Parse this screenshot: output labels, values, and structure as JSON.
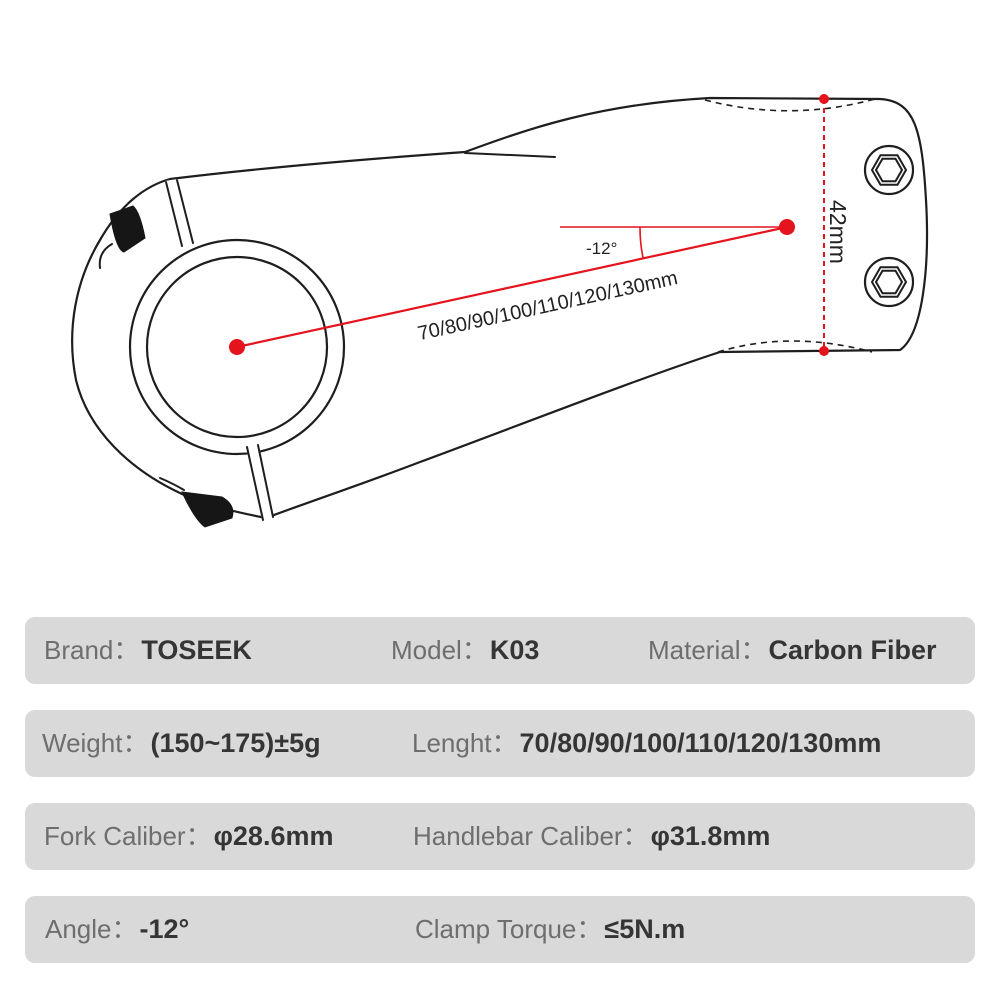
{
  "diagram": {
    "angle_label": "-12°",
    "length_label": "70/80/90/100/110/120/130mm",
    "height_label": "42mm"
  },
  "specs": [
    [
      {
        "label": "Brand：",
        "value": "TOSEEK"
      },
      {
        "label": "Model：",
        "value": "K03"
      },
      {
        "label": "Material：",
        "value": "Carbon Fiber"
      }
    ],
    [
      {
        "label": "Weight：",
        "value": "(150~175)±5g"
      },
      {
        "label": "Lenght：",
        "value": "70/80/90/100/110/120/130mm"
      }
    ],
    [
      {
        "label": "Fork Caliber：",
        "value": "φ28.6mm"
      },
      {
        "label": "Handlebar Caliber：",
        "value": "φ31.8mm"
      }
    ],
    [
      {
        "label": "Angle：",
        "value": "-12°"
      },
      {
        "label": "Clamp Torque：",
        "value": "≤5N.m"
      }
    ]
  ],
  "colors": {
    "accent_red": "#e5131d",
    "row_background": "#d9d9d9",
    "label_text": "#6e6e6e",
    "value_text": "#353535",
    "outline": "#1e1e1e"
  }
}
